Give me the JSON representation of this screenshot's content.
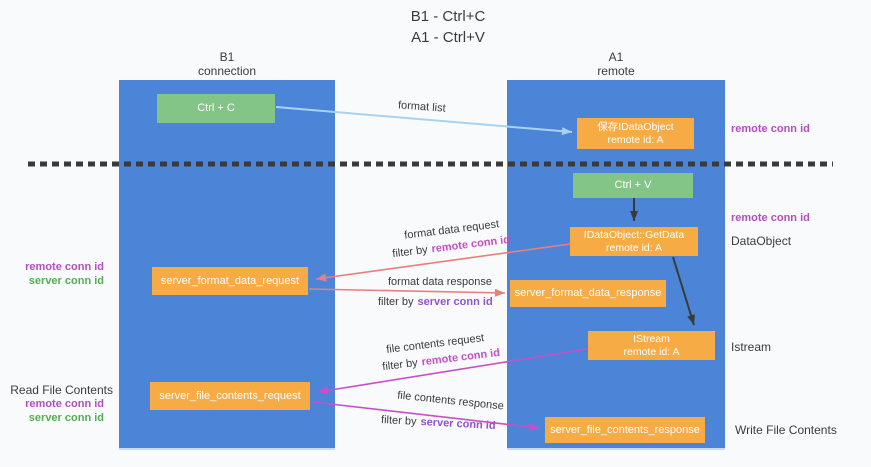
{
  "title": {
    "line1": "B1 - Ctrl+C",
    "line2": "A1 - Ctrl+V"
  },
  "lanes": {
    "b1": {
      "name": "B1",
      "subtitle": "connection"
    },
    "a1": {
      "name": "A1",
      "subtitle": "remote"
    }
  },
  "boxes": {
    "ctrl_c": {
      "label": "Ctrl + C"
    },
    "save_idataobject": {
      "line1": "保存IDataObject",
      "line2": "remote id: A"
    },
    "ctrl_v": {
      "label": "Ctrl + V"
    },
    "getdata": {
      "line1": "IDataObject::GetData",
      "line2": "remote id: A"
    },
    "server_format_data_request": {
      "label": "server_format_data_request"
    },
    "server_format_data_response": {
      "label": "server_format_data_response"
    },
    "istream": {
      "line1": "IStream",
      "line2": "remote id: A"
    },
    "server_file_contents_request": {
      "label": "server_file_contents_request"
    },
    "server_file_contents_response": {
      "label": "server_file_contents_response"
    }
  },
  "flow_labels": {
    "format_list": "format list",
    "format_data_request": "format data request",
    "format_data_response": "format data response",
    "file_contents_request": "file contents request",
    "file_contents_response": "file contents response",
    "filter_by": "filter by",
    "remote_conn_id": "remote conn id",
    "server_conn_id": "server conn id"
  },
  "side_labels": {
    "remote_conn_id": "remote conn id",
    "server_conn_id": "server conn id",
    "dataobject": "DataObject",
    "istream": "Istream",
    "read_file_contents": "Read File Contents",
    "write_file_contents": "Write File Contents"
  },
  "colors": {
    "lane_fill": "#4c85d8",
    "box_orange": "#f7ab45",
    "box_green": "#83c586",
    "arrow_blue": "#a9d2f0",
    "arrow_red": "#e87e7e",
    "arrow_magenta": "#c94fc9",
    "arrow_black": "#3a3a3a",
    "text_purple": "#b34fc3",
    "text_magenta": "#c74ec7",
    "text_violet": "#8f54cc",
    "text_green": "#53ae53",
    "text_dark": "#3b3b3b",
    "background": "#f9fafb"
  }
}
